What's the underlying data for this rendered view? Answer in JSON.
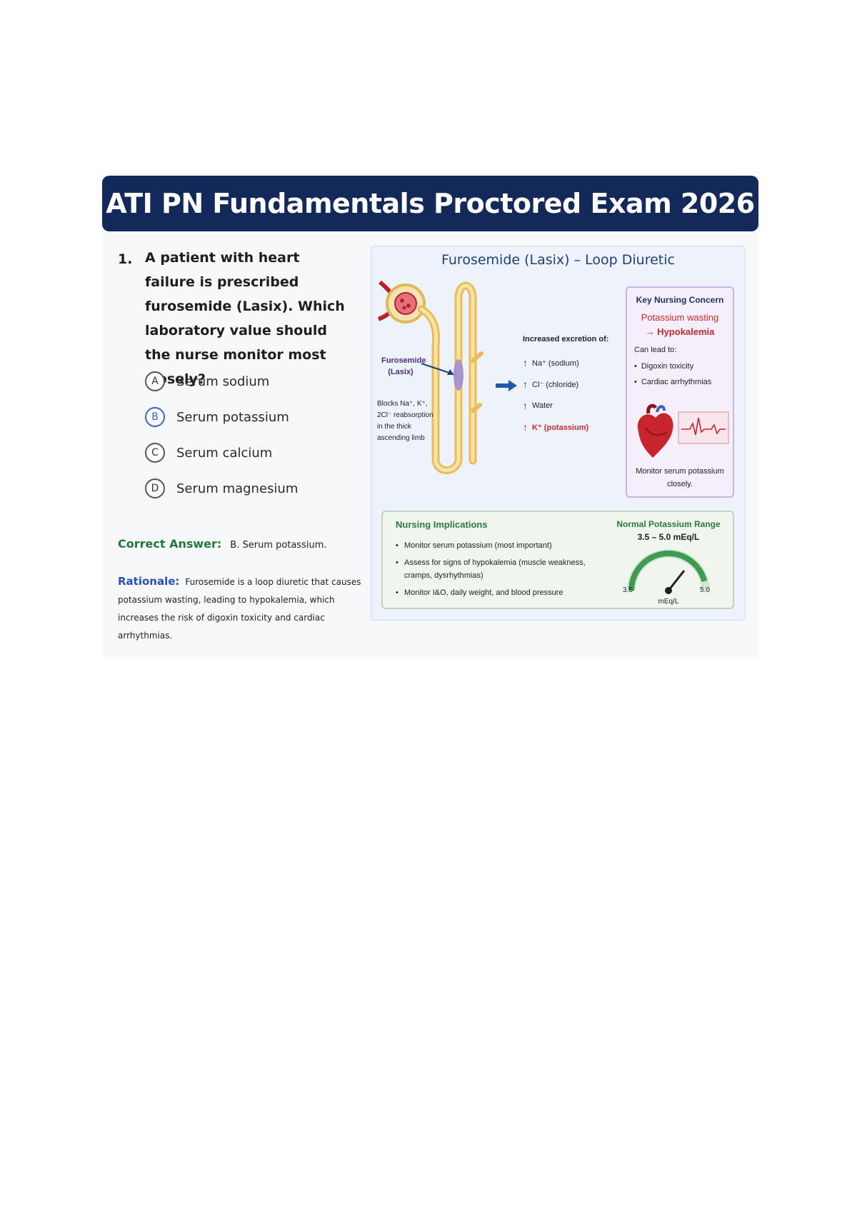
{
  "header": {
    "title": "ATI PN Fundamentals Proctored Exam 2026"
  },
  "question": {
    "number": "1.",
    "text": "A patient with heart failure is prescribed furosemide (Lasix). Which laboratory value should the nurse monitor most closely?",
    "options": [
      {
        "letter": "A",
        "label": "Serum sodium",
        "correct": false
      },
      {
        "letter": "B",
        "label": "Serum potassium",
        "correct": true
      },
      {
        "letter": "C",
        "label": "Serum calcium",
        "correct": false
      },
      {
        "letter": "D",
        "label": "Serum magnesium",
        "correct": false
      }
    ]
  },
  "answer": {
    "label": "Correct Answer:",
    "value": "B. Serum potassium."
  },
  "rationale": {
    "label": "Rationale:",
    "text": "Furosemide is a loop diuretic that causes potassium wasting, leading to hypokalemia, which increases the risk of digoxin toxicity and cardiac arrhythmias."
  },
  "diagram": {
    "title": "Furosemide (Lasix) – Loop Diuretic",
    "drug_label": "Furosemide (Lasix)",
    "blocks_label": "Blocks Na⁺, K⁺, 2Cl⁻ reabsorption in the thick ascending limb",
    "excretion_head": "Increased excretion of:",
    "excretion_items": [
      "Na⁺ (sodium)",
      "Cl⁻ (chloride)",
      "Water",
      "K⁺ (potassium)"
    ],
    "colors": {
      "navy": "#12295a",
      "potassium_red": "#c42b2b",
      "concern_purple": "#cbb3e2",
      "implication_green": "#2c7a3c"
    }
  },
  "concern": {
    "title": "Key Nursing Concern",
    "potassium": "Potassium wasting",
    "hypokalemia": "→ Hypokalemia",
    "lead": "Can lead to:",
    "items": [
      "Digoxin toxicity",
      "Cardiac arrhythmias"
    ],
    "footer": "Monitor serum potassium closely.",
    "icons": [
      "heart-icon",
      "ecg-icon"
    ]
  },
  "implications": {
    "title": "Nursing Implications",
    "items": [
      "Monitor serum potassium (most important)",
      "Assess for signs of hypokalemia (muscle weakness, cramps, dysrhythmias)",
      "Monitor I&O, daily weight, and blood pressure"
    ],
    "range_title": "Normal Potassium Range",
    "range_value": "3.5 – 5.0 mEq/L",
    "gauge_low": "3.5",
    "gauge_high": "5.0",
    "gauge_unit": "mEq/L"
  }
}
